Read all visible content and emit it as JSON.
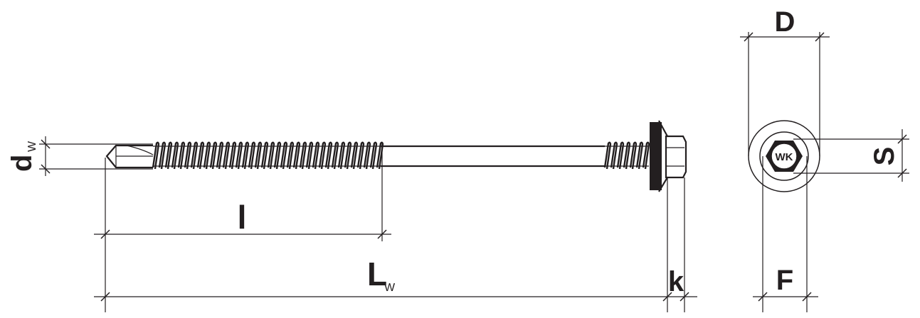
{
  "drawing": {
    "title": "Self-drilling screw with EPDM washer - dimension drawing",
    "colors": {
      "ink": "#231f20",
      "background": "#ffffff"
    },
    "labels": {
      "dw": "d",
      "dw_sub": "W",
      "l": "l",
      "Lw": "L",
      "Lw_sub": "W",
      "k": "k",
      "D": "D",
      "S": "S",
      "F": "F",
      "head_mark": "WK"
    }
  }
}
